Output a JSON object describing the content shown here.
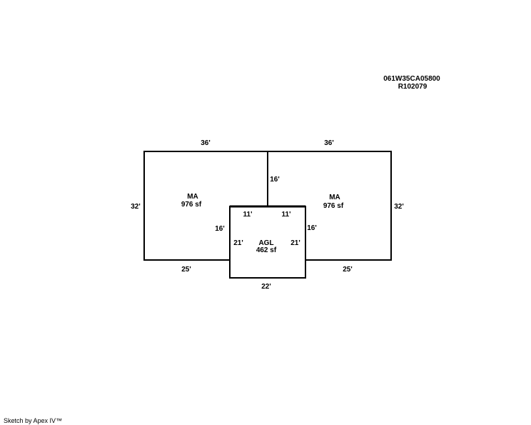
{
  "header": {
    "map_id": "061W35CA05800",
    "account": "R102079"
  },
  "areas": {
    "left": {
      "code": "MA",
      "size": "976 sf"
    },
    "right": {
      "code": "MA",
      "size": "976 sf"
    },
    "center": {
      "code": "AGL",
      "size": "462 sf"
    }
  },
  "dimensions": {
    "top_left": "36'",
    "top_right": "36'",
    "left_side": "32'",
    "right_side": "32'",
    "middle_wall": "16'",
    "bottom_left": "25'",
    "bottom_right": "25'",
    "center_bottom": "22'",
    "center_left_outer": "16'",
    "center_right_outer": "16'",
    "center_left_inner": "21'",
    "center_right_inner": "21'",
    "center_top_left": "11'",
    "center_top_right": "11'"
  },
  "footer": {
    "credit": "Sketch by Apex IV™"
  },
  "colors": {
    "line": "#000000",
    "background": "#ffffff"
  }
}
